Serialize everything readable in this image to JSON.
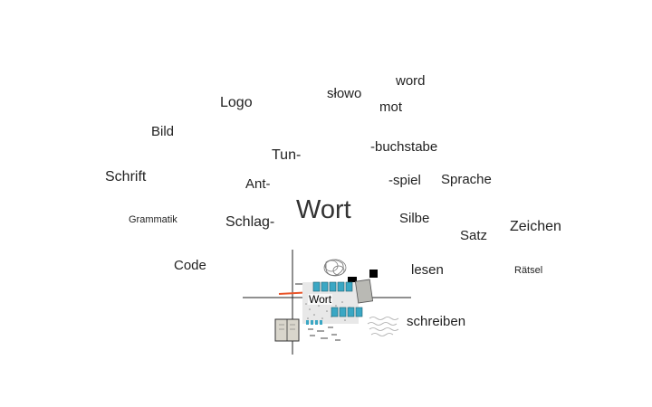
{
  "words": {
    "word": "word",
    "slowo": "słowo",
    "mot": "mot",
    "logo": "Logo",
    "bild": "Bild",
    "tun": "Tun-",
    "buchstabe": "-buchstabe",
    "schrift": "Schrift",
    "ant": "Ant-",
    "spiel": "-spiel",
    "sprache": "Sprache",
    "wort_center": "Wort",
    "grammatik": "Grammatik",
    "schlag": "Schlag-",
    "silbe": "Silbe",
    "zeichen": "Zeichen",
    "satz": "Satz",
    "code": "Code",
    "lesen": "lesen",
    "raetsel": "Rätsel",
    "schreiben": "schreiben"
  },
  "collage": {
    "label": "Wort",
    "accent_line_color": "#e8552a",
    "tile_color": "#3aa7c4"
  }
}
